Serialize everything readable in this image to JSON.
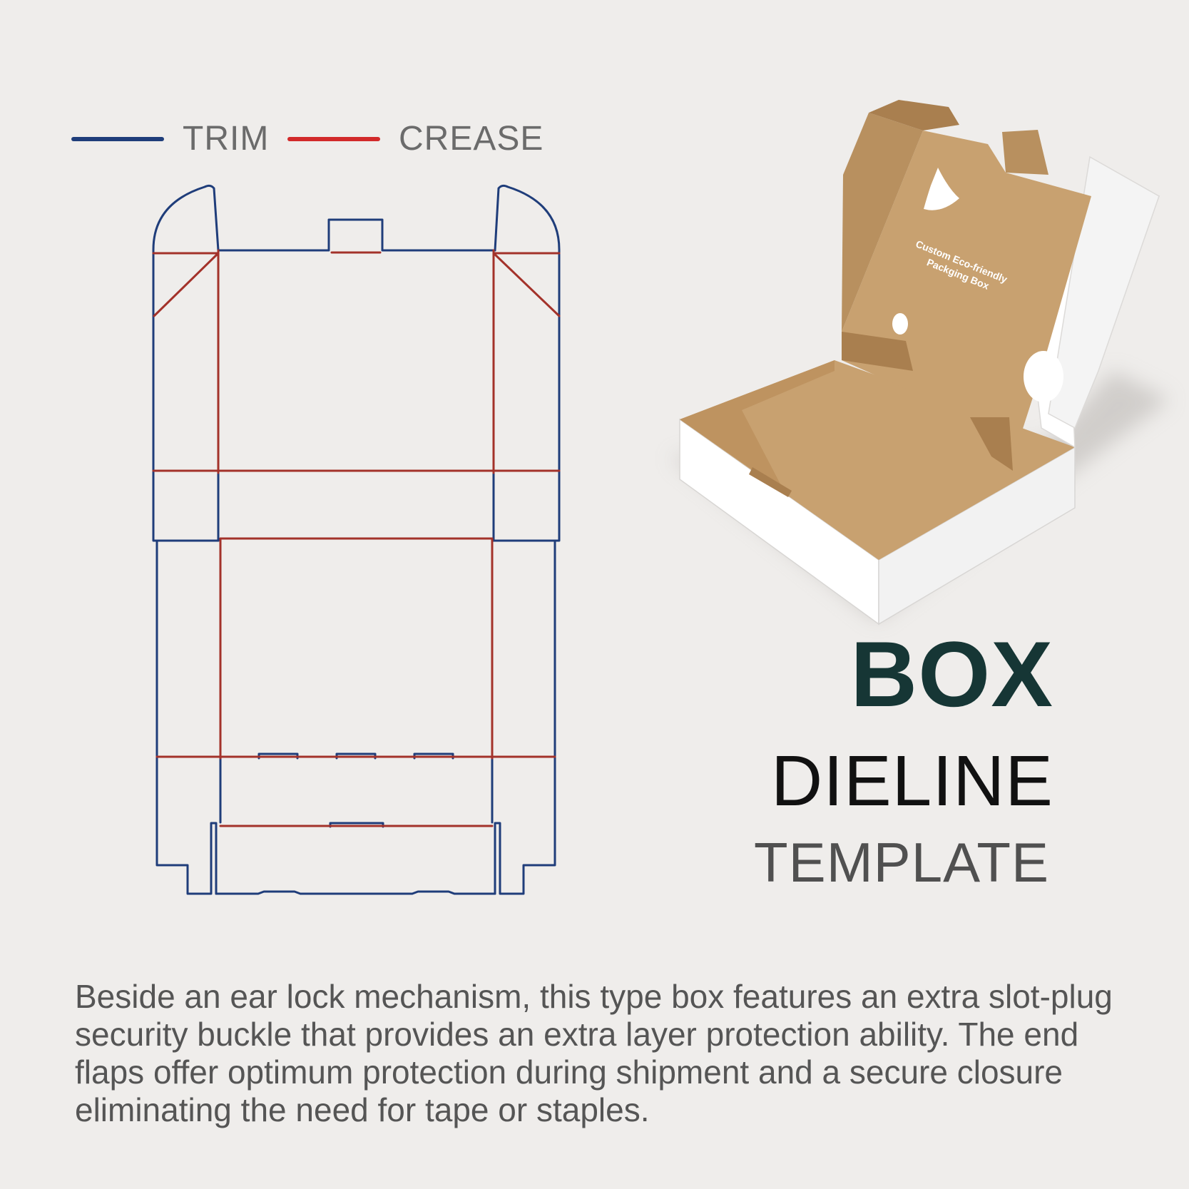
{
  "colors": {
    "background": "#efedeb",
    "trim": "#1f3d7a",
    "crease": "#a3322a",
    "title": "#163635",
    "kraft": "#c8a170",
    "kraft_dark": "#a97f4f"
  },
  "legend": {
    "trim_label": "TRIM",
    "trim_color": "#1f3d7a",
    "crease_label": "CREASE",
    "crease_color": "#d22a2a"
  },
  "illustration": {
    "label": "Custom Eco-friendly Packging Box"
  },
  "title": {
    "line1": "BOX",
    "line2": "DIELINE",
    "line3": "TEMPLATE"
  },
  "description": "Beside an ear lock mechanism, this type box features an extra slot-plug security buckle that provides an extra layer protection ability. The end flaps offer optimum protection during shipment and a secure closure eliminating the need for tape or staples."
}
